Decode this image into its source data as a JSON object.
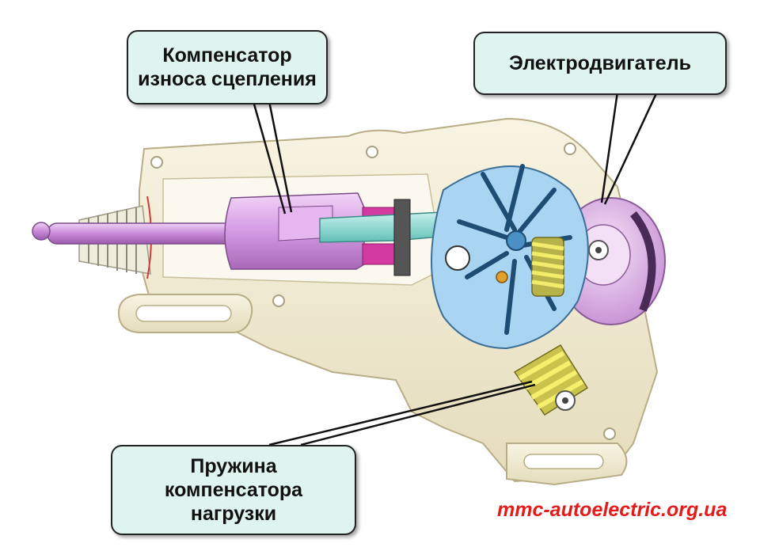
{
  "callouts": {
    "compensator": {
      "line1": "Компенсатор",
      "line2": "износа сцепления"
    },
    "motor": {
      "line1": "Электродвигатель"
    },
    "spring": {
      "line1": "Пружина",
      "line2": "компенсатора",
      "line3": "нагрузки"
    }
  },
  "watermark": "mmc-autoelectric.org.ua",
  "colors": {
    "housing": "#f4efd9",
    "plunger": "#d8a0e6",
    "rod": "#7fd6cf",
    "gear": "#9fd0f0",
    "spring": "#e6e04a",
    "motor": "#e8c4ef",
    "callout": "#dff4ee",
    "watermark": "#e41b1b"
  }
}
